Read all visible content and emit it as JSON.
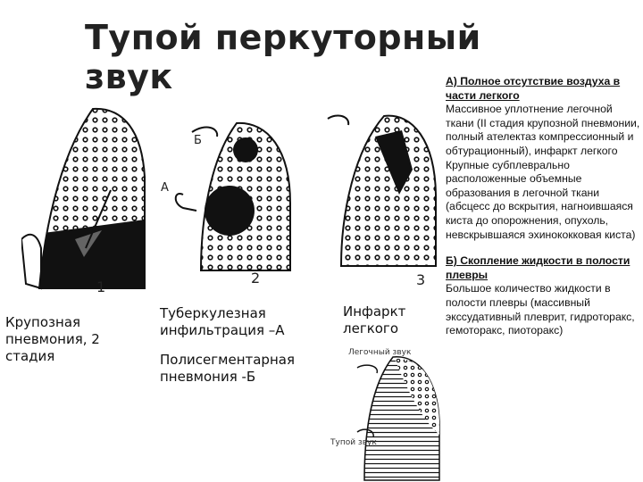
{
  "title": "Тупой перкуторный  звук",
  "figures": {
    "fig1": {
      "number": "1",
      "caption": "Крупозная пневмония, 2 стадия"
    },
    "fig2": {
      "number": "2",
      "label_a": "А",
      "label_b": "Б",
      "caption_a": "Туберкулезная инфильтрация –А",
      "caption_b": "Полисегментарная пневмония -Б"
    },
    "fig3": {
      "number": "3",
      "caption": "Инфаркт легкого"
    },
    "fig4": {
      "label_top": "Легочный звук",
      "label_bottom": "Тупой звук"
    }
  },
  "right_column": {
    "section_a": {
      "heading": "А) Полное отсутствие воздуха в части легкого",
      "text1": "Массивное уплотнение легочной ткани (II стадия крупозной пневмонии, полный ателектаз компрессионный и обтурационный), инфаркт легкого",
      "text2": "Крупные субплеврально расположенные объемные образования в легочной ткани (абсцесс до вскрытия, нагноившаяся киста до опорожнения, опухоль, невскрывшаяся эхинококковая киста)"
    },
    "section_b": {
      "heading": "Б) Скопление жидкости в полости плевры",
      "text": "Большое количество жидкости в полости плевры (массивный экссудативный плеврит, гидроторакс, гемоторакс, пиоторакс)"
    }
  }
}
